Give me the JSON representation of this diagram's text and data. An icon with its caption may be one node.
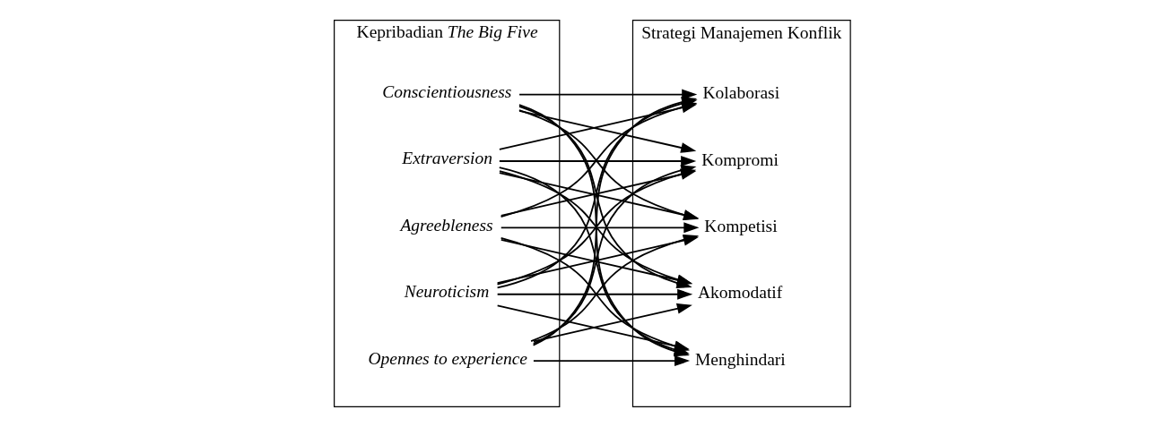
{
  "diagram": {
    "nodes": [
      {
        "text": [
          "Kepribadian *The Big Five*"
        ]
      },
      {
        "text": [
          "Opennes to experience"
        ],
        "in": 0
      },
      {
        "text": [
          "Conscientiousness"
        ],
        "in": 0
      },
      {
        "text": [
          "Extraversion"
        ],
        "in": 0
      },
      {
        "text": [
          "Agreebleness"
        ],
        "in": 0
      },
      {
        "text": [
          "Neuroticism"
        ],
        "in": 0
      },
      {
        "text": [
          "Strategi Manajemen Konflik"
        ]
      },
      {
        "text": [
          "Akomodatif"
        ],
        "in": 6
      },
      {
        "text": [
          "Menghindari"
        ],
        "in": 6
      },
      {
        "text": [
          "Kolaborasi"
        ],
        "in": 6
      },
      {
        "text": [
          "Kompromi"
        ],
        "in": 6
      },
      {
        "text": [
          "Kompetisi"
        ],
        "in": 6
      }
    ],
    "edges": [
      {
        "from": 1,
        "to": 7,
        "arrow": "to"
      },
      {
        "from": 1,
        "to": 8,
        "arrow": "to"
      },
      {
        "from": 1,
        "to": 9,
        "arrow": "to"
      },
      {
        "from": 1,
        "to": 10,
        "arrow": "to"
      },
      {
        "from": 1,
        "to": 11,
        "arrow": "to"
      },
      {
        "from": 2,
        "to": 7,
        "arrow": "to"
      },
      {
        "from": 2,
        "to": 8,
        "arrow": "to"
      },
      {
        "from": 2,
        "to": 9,
        "arrow": "to"
      },
      {
        "from": 2,
        "to": 10,
        "arrow": "to"
      },
      {
        "from": 2,
        "to": 11,
        "arrow": "to"
      },
      {
        "from": 3,
        "to": 7,
        "arrow": "to"
      },
      {
        "from": 3,
        "to": 8,
        "arrow": "to"
      },
      {
        "from": 3,
        "to": 9,
        "arrow": "to"
      },
      {
        "from": 3,
        "to": 10,
        "arrow": "to"
      },
      {
        "from": 3,
        "to": 11,
        "arrow": "to"
      },
      {
        "from": 4,
        "to": 7,
        "arrow": "to"
      },
      {
        "from": 4,
        "to": 8,
        "arrow": "to"
      },
      {
        "from": 4,
        "to": 9,
        "arrow": "to"
      },
      {
        "from": 4,
        "to": 10,
        "arrow": "to"
      },
      {
        "from": 4,
        "to": 11,
        "arrow": "to"
      },
      {
        "from": 5,
        "to": 7,
        "arrow": "to"
      },
      {
        "from": 5,
        "to": 8,
        "arrow": "to"
      },
      {
        "from": 5,
        "to": 9,
        "arrow": "to"
      },
      {
        "from": 5,
        "to": 10,
        "arrow": "to"
      },
      {
        "from": 5,
        "to": 11,
        "arrow": "to"
      }
    ]
  }
}
